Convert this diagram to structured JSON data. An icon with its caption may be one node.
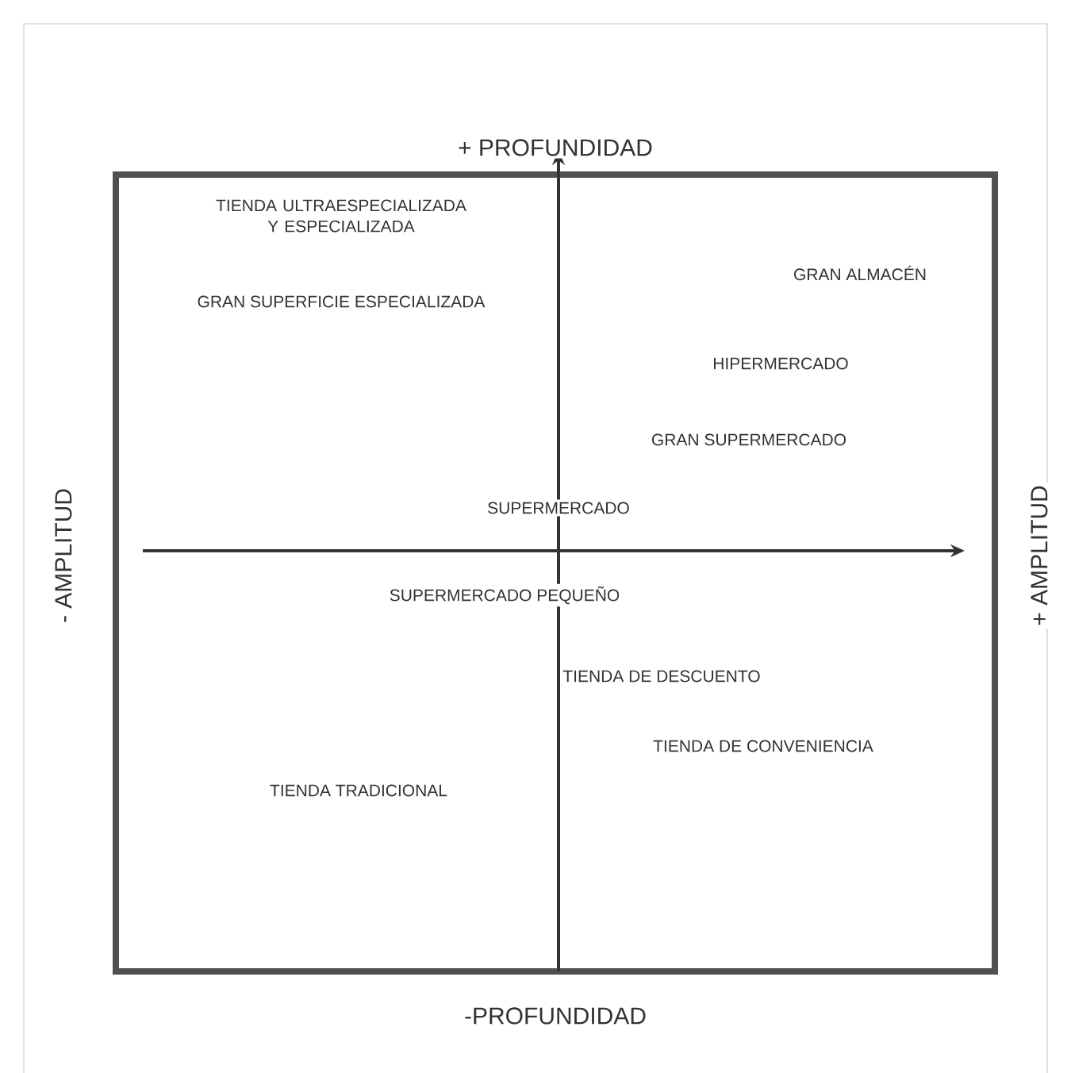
{
  "diagram": {
    "labels": [
      "+ PROFUNDIDAD",
      "TIENDA ULTRAESPECIALIZADA Y ESPECIALIZADA",
      "GRAN ALMACÉN",
      "GRAN SUPERFICIE ESPECIALIZADA",
      "HIPERMERCADO",
      "GRAN SUPERMERCADO",
      "- AMPLITUD",
      "SUPERMERCADO",
      "+ AMPLITUD",
      "SUPERMERCADO PEQUEÑO",
      "TIENDA DE DESCUENTO",
      "TIENDA DE CONVENIENCIA",
      "TIENDA TRADICIONAL",
      "-PROFUNDIDAD"
    ]
  }
}
